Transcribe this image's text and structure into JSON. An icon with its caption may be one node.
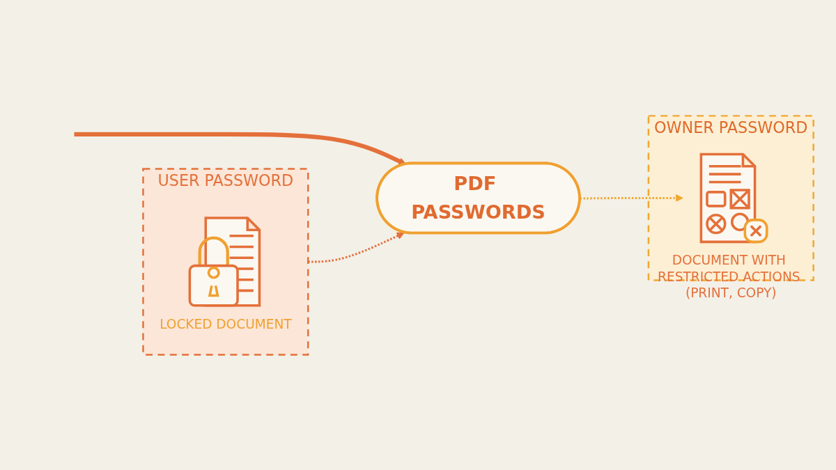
{
  "diagram": {
    "nodes": [
      {
        "text": [
          "USER PASSWORD"
        ]
      },
      {
        "text": [],
        "shape": "picture",
        "in": 0,
        "beside": [
          "LOCKED DOCUMENT"
        ]
      },
      {
        "text": [
          "PDF PASSWORDS"
        ]
      },
      {
        "text": [
          "OWNER PASSWORD"
        ]
      },
      {
        "text": [],
        "shape": "picture",
        "in": 3,
        "beside": [
          "DOCUMENT WITH RESTRICTED ACTIONS (PRINT, COPY)"
        ]
      }
    ],
    "edges": [
      {
        "from": 0,
        "to": 2,
        "arrow": "to",
        "style": "dashed"
      },
      {
        "from": 2,
        "to": 4,
        "arrow": "to",
        "style": "dashed",
        "color": "#f0a830"
      },
      {
        "from": null,
        "to": 2,
        "arrow": "to",
        "style": "thick"
      }
    ]
  }
}
